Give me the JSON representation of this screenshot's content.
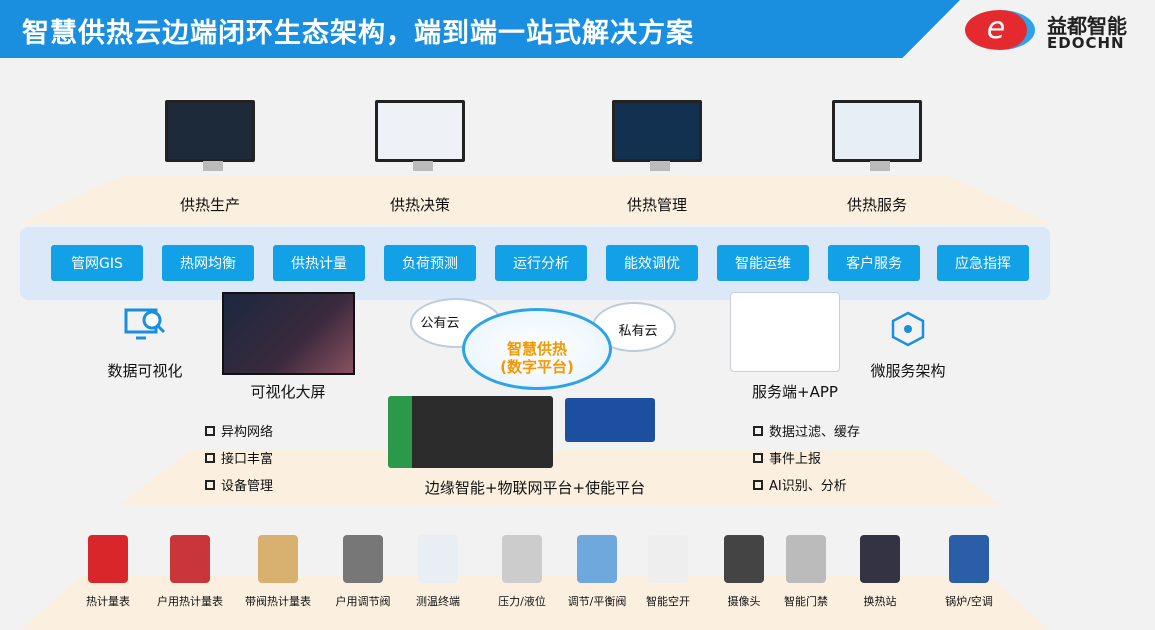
{
  "header": {
    "title": "智慧供热云边端闭环生态架构，端到端一站式解决方案",
    "logo_cn": "益都智能",
    "logo_en": "EDOCHN"
  },
  "top_apps": [
    "供热生产",
    "供热决策",
    "供热管理",
    "供热服务"
  ],
  "capabilities": [
    "管网GIS",
    "热网均衡",
    "供热计量",
    "负荷预测",
    "运行分析",
    "能效调优",
    "智能运维",
    "客户服务",
    "应急指挥"
  ],
  "middle": {
    "data_vis": "数据可视化",
    "big_screen": "可视化大屏",
    "public_cloud": "公有云",
    "private_cloud": "私有云",
    "platform_line1": "智慧供热",
    "platform_line2": "(数字平台)",
    "server_app": "服务端+APP",
    "microservice": "微服务架构",
    "edge": "边缘智能+物联网平台+使能平台"
  },
  "left_list": [
    "异构网络",
    "接口丰富",
    "设备管理"
  ],
  "right_list": [
    "数据过滤、缓存",
    "事件上报",
    "AI识别、分析"
  ],
  "devices": [
    "热计量表",
    "户用热计量表",
    "带阀热计量表",
    "户用调节阀",
    "测温终端",
    "压力/液位",
    "调节/平衡阀",
    "智能空开",
    "摄像头",
    "智能门禁",
    "换热站",
    "锅炉/空调"
  ],
  "colors": {
    "brand": "#1a8fe0",
    "button": "#12a0e6",
    "accent": "#f39800"
  }
}
